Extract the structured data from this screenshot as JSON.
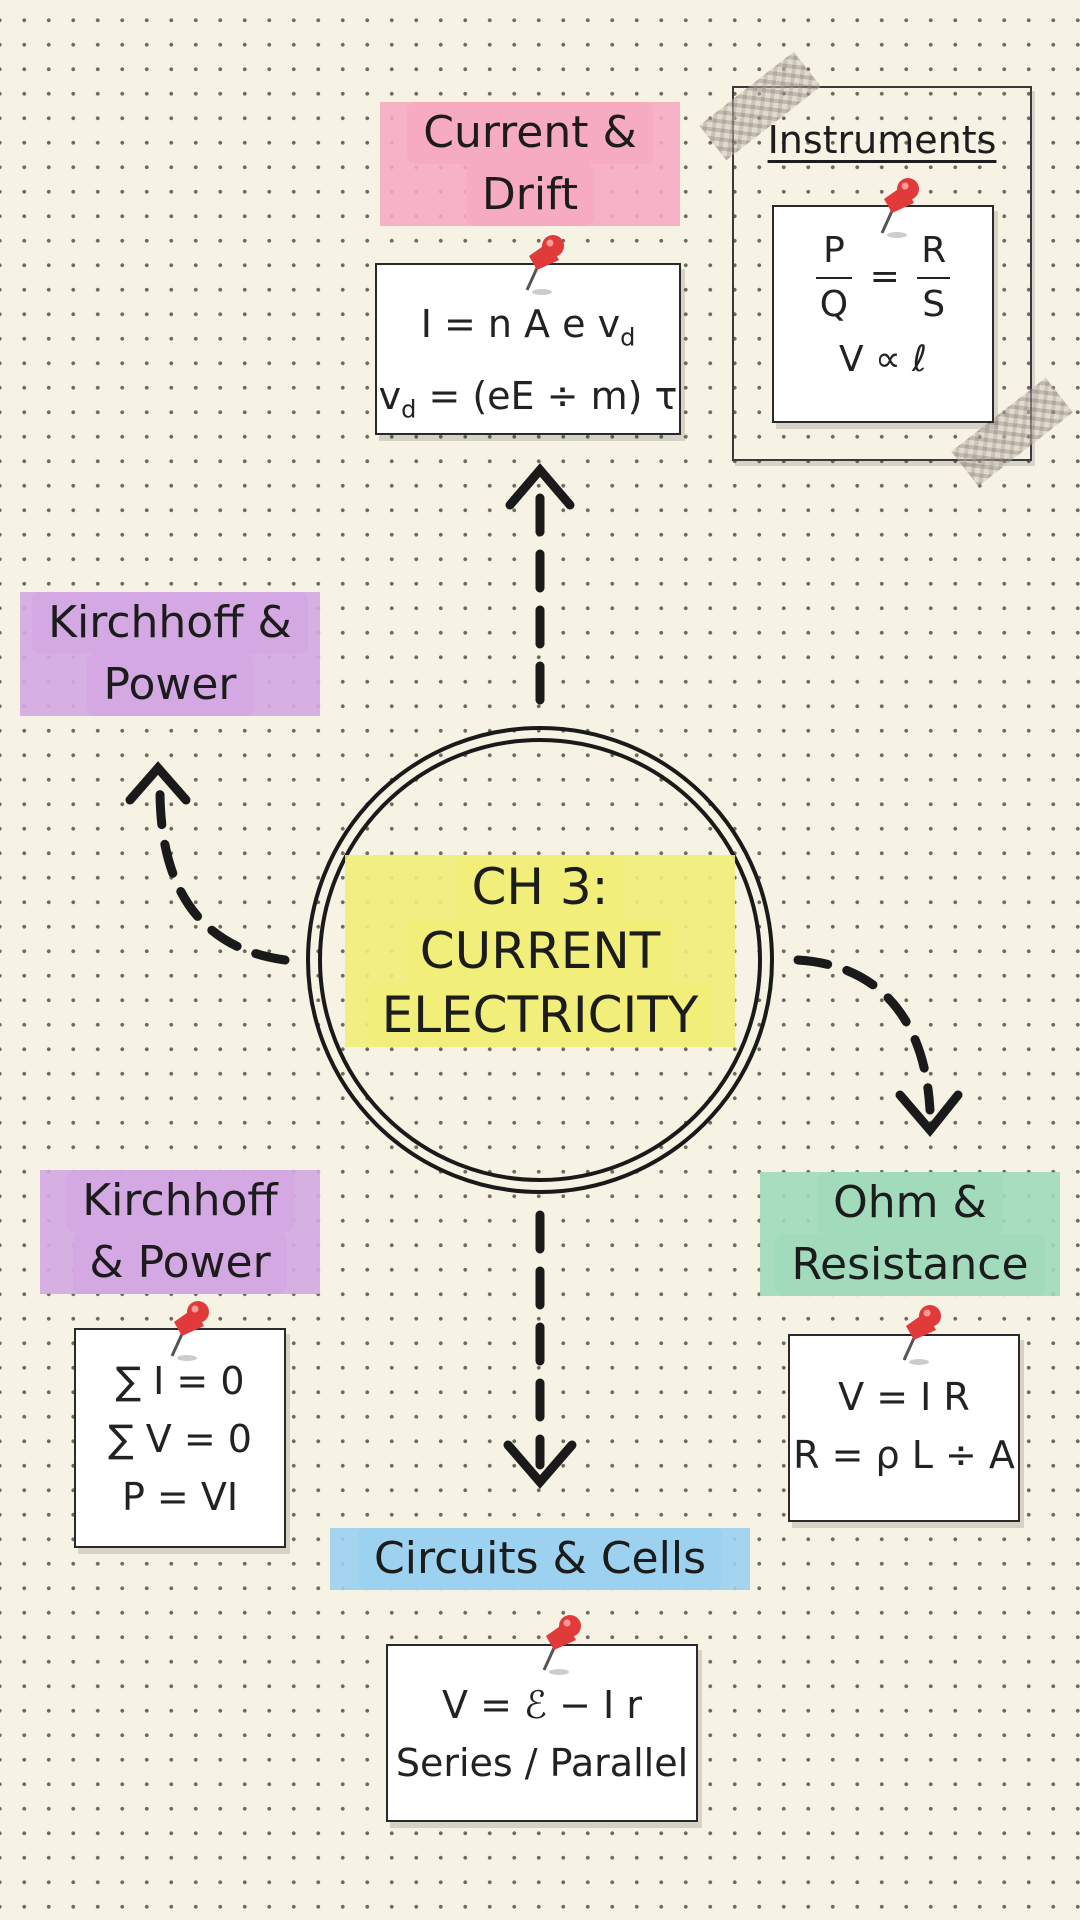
{
  "center": {
    "line1": "CH 3:",
    "line2": "CURRENT",
    "line3": "ELECTRICITY"
  },
  "topics": {
    "current_drift": {
      "title_line1": "Current &",
      "title_line2": "Drift",
      "formula1": "I = n A e v",
      "formula1_sub": "d",
      "formula2_pre": "v",
      "formula2_sub": "d",
      "formula2_post": " = (eE ÷ m) τ"
    },
    "instruments": {
      "title": "Instruments",
      "frac1_num": "P",
      "frac1_den": "Q",
      "equals": "=",
      "frac2_num": "R",
      "frac2_den": "S",
      "formula2": "V ∝ ℓ"
    },
    "kirchhoff_top": {
      "title_line1": "Kirchhoff &",
      "title_line2": "Power"
    },
    "kirchhoff_bottom": {
      "title_line1": "Kirchhoff",
      "title_line2": "& Power",
      "formula1": "∑ I = 0",
      "formula2": "∑ V = 0",
      "formula3": "P = VI"
    },
    "ohm": {
      "title_line1": "Ohm &",
      "title_line2": "Resistance",
      "formula1": "V = I R",
      "formula2": "R = ρ L ÷ A"
    },
    "circuits": {
      "title": "Circuits & Cells",
      "formula1": "V = ℰ − I r",
      "formula2": "Series / Parallel"
    }
  },
  "colors": {
    "pink": "#f7aac0",
    "purple": "#d4a8e2",
    "green": "#a0daba",
    "blue": "#9bd0f0",
    "yellow": "#f1ee78",
    "pin": "#e03a3a"
  }
}
